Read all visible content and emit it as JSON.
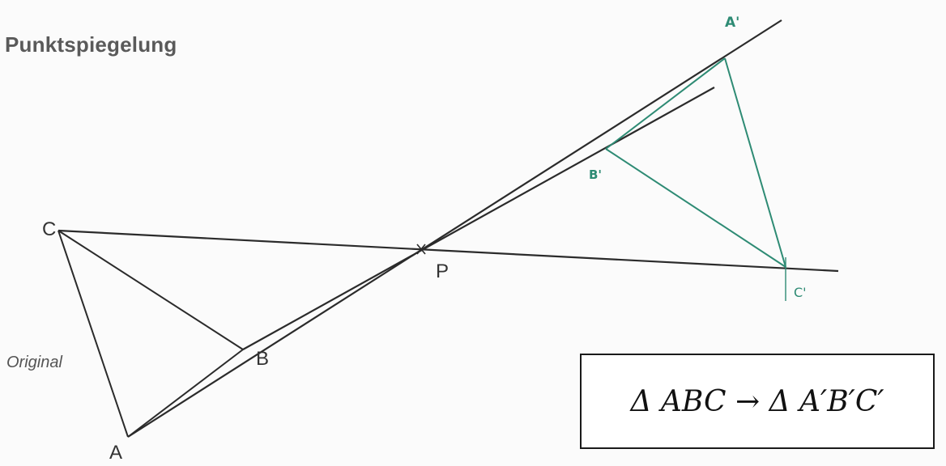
{
  "title": "Punktspiegelung",
  "labels": {
    "A": "A",
    "B": "B",
    "C": "C",
    "P": "P",
    "original": "Original",
    "A_prime": "A'",
    "B_prime": "B'",
    "C_prime": "C'"
  },
  "formula": "Δ ABC → Δ A′B′C′",
  "colors": {
    "original_lines": "#2b2b2b",
    "image_lines": "#2e8b74"
  }
}
